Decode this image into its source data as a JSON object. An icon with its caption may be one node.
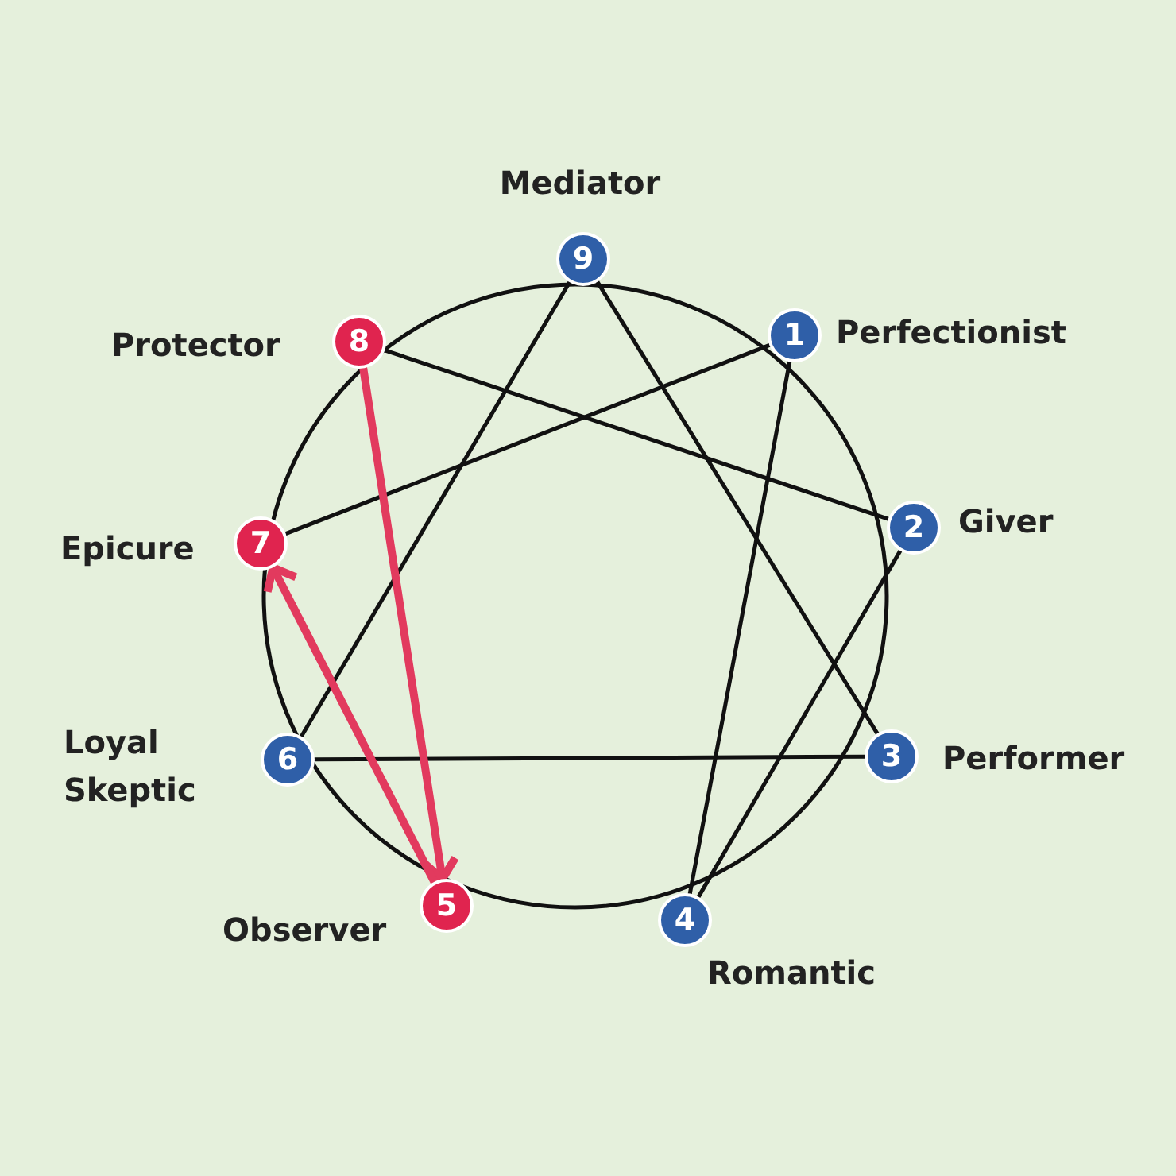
{
  "diagram": {
    "nodes": [
      {
        "text": [
          "1"
        ],
        "beside": [
          "Perfectionist"
        ]
      },
      {
        "text": [
          "2"
        ],
        "beside": [
          "Giver"
        ]
      },
      {
        "text": [
          "3"
        ],
        "beside": [
          "Performer"
        ]
      },
      {
        "text": [
          "4"
        ],
        "beside": [
          "Romantic"
        ]
      },
      {
        "text": [
          "5"
        ],
        "beside": [
          "Observer"
        ]
      },
      {
        "text": [
          "6"
        ],
        "beside": [
          "Loyal Skeptic"
        ]
      },
      {
        "text": [
          "7"
        ],
        "beside": [
          "Epicure"
        ]
      },
      {
        "text": [
          "8"
        ],
        "beside": [
          "Protector"
        ]
      },
      {
        "text": [
          "9"
        ],
        "beside": [
          "Mediator"
        ]
      }
    ],
    "edges": [
      {
        "from": 8,
        "to": 2,
        "arrow": "none"
      },
      {
        "from": 2,
        "to": 5,
        "arrow": "none"
      },
      {
        "from": 5,
        "to": 8,
        "arrow": "none"
      },
      {
        "from": 0,
        "to": 3,
        "arrow": "none"
      },
      {
        "from": 3,
        "to": 1,
        "arrow": "none"
      },
      {
        "from": 1,
        "to": 7,
        "arrow": "none"
      },
      {
        "from": 6,
        "to": 0,
        "arrow": "none"
      },
      {
        "from": 7,
        "to": 4,
        "arrow": "to",
        "style": "thick",
        "color": "#e23a5e"
      },
      {
        "from": 4,
        "to": 6,
        "arrow": "to",
        "style": "thick",
        "color": "#e23a5e"
      }
    ]
  }
}
